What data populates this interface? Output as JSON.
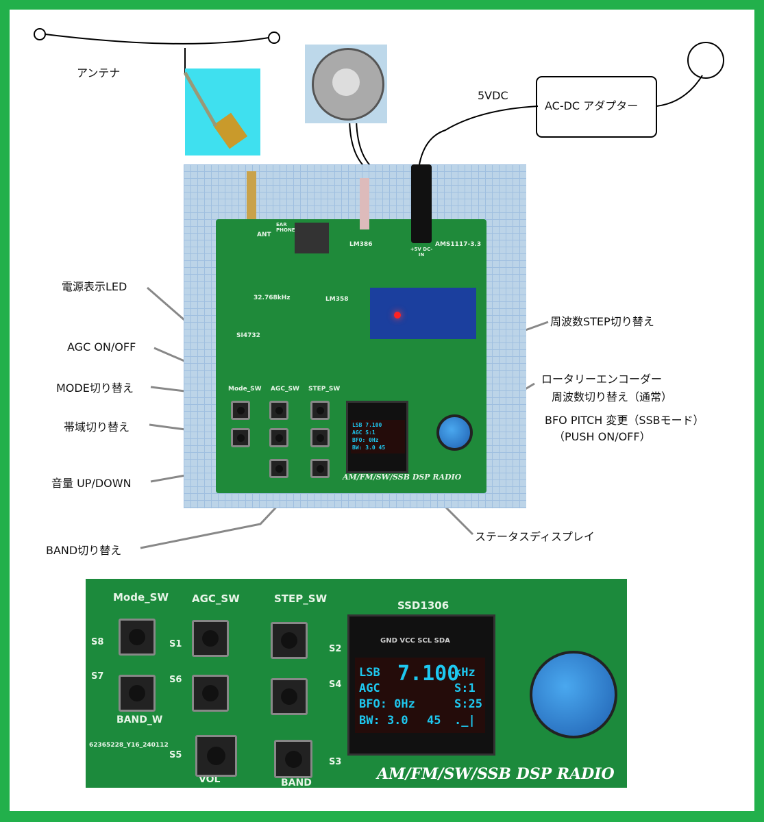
{
  "labels": {
    "antenna": "アンテナ",
    "power": "5VDC",
    "adapter": "AC-DC アダプター",
    "power_led": "電源表示LED",
    "agc": "AGC ON/OFF",
    "mode": "MODE切り替え",
    "band_sel": "帯域切り替え",
    "volume": "音量 UP/DOWN",
    "band": "BAND切り替え",
    "step": "周波数STEP切り替え",
    "encoder": "ロータリーエンコーダー",
    "encoder_freq": "周波数切り替え（通常）",
    "encoder_bfo": "BFO PITCH 変更（SSBモード）",
    "encoder_push": "（PUSH ON/OFF）",
    "status_display": "ステータスディスプレイ"
  },
  "board": {
    "ant": "ANT",
    "phone": "EAR PHONE",
    "lm386": "LM386",
    "ams": "AMS1117-3.3",
    "dcin": "+5V DC-IN",
    "xtal": "32.768kHz",
    "lm358": "LM358",
    "si": "SI4732",
    "ssd": "SSD1306",
    "mode_sw": "Mode_SW",
    "agc_sw": "AGC_SW",
    "step_sw": "STEP_SW",
    "s8": "S8",
    "s1": "S1",
    "s2": "S2",
    "s7": "S7",
    "s6": "S6",
    "s4": "S4",
    "s5": "S5",
    "s3": "S3",
    "band_w": "BAND_W",
    "vol": "VOL",
    "band": "BAND",
    "title": "AM/FM/SW/SSB DSP RADIO",
    "pins": "GND VCC SCL SDA",
    "rev": "62365228_Y16_240112"
  },
  "display": {
    "mode": "LSB",
    "agc": "AGC",
    "freq": "7.100",
    "unit": "kHz",
    "s1": "S:1",
    "bfo": "BFO: 0Hz",
    "s25": "S:25",
    "bw": "BW: 3.0",
    "vol": "45",
    "sig": "._|"
  },
  "colors": {
    "border": "#22b04b",
    "pcb": "#1f8a3a",
    "oled_text": "#1ec8f0"
  }
}
